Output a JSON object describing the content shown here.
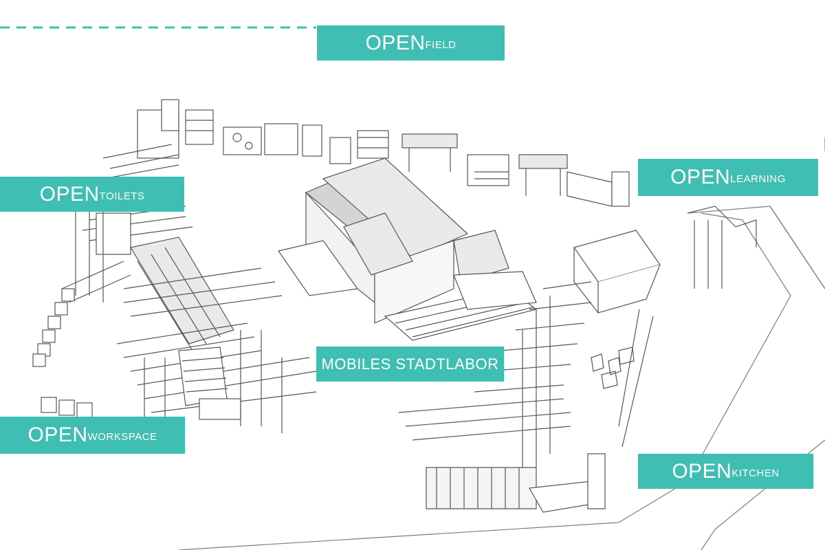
{
  "labels": {
    "field": {
      "prefix": "OPEN",
      "suffix": "field"
    },
    "learning": {
      "prefix": "OPEN",
      "suffix": "learning"
    },
    "toilets": {
      "prefix": "OPEN",
      "suffix": "toilets"
    },
    "labor": {
      "text": "MOBILES STADTLABOR"
    },
    "workspace": {
      "prefix": "OPEN",
      "suffix": "workspace"
    },
    "kitchen": {
      "prefix": "OPEN",
      "suffix": "kitchen"
    }
  },
  "colors": {
    "accent": "#3fbfb4",
    "line": "#5a5a5a",
    "fill": "#e9e9e9",
    "roof": "#d4d4d4"
  }
}
